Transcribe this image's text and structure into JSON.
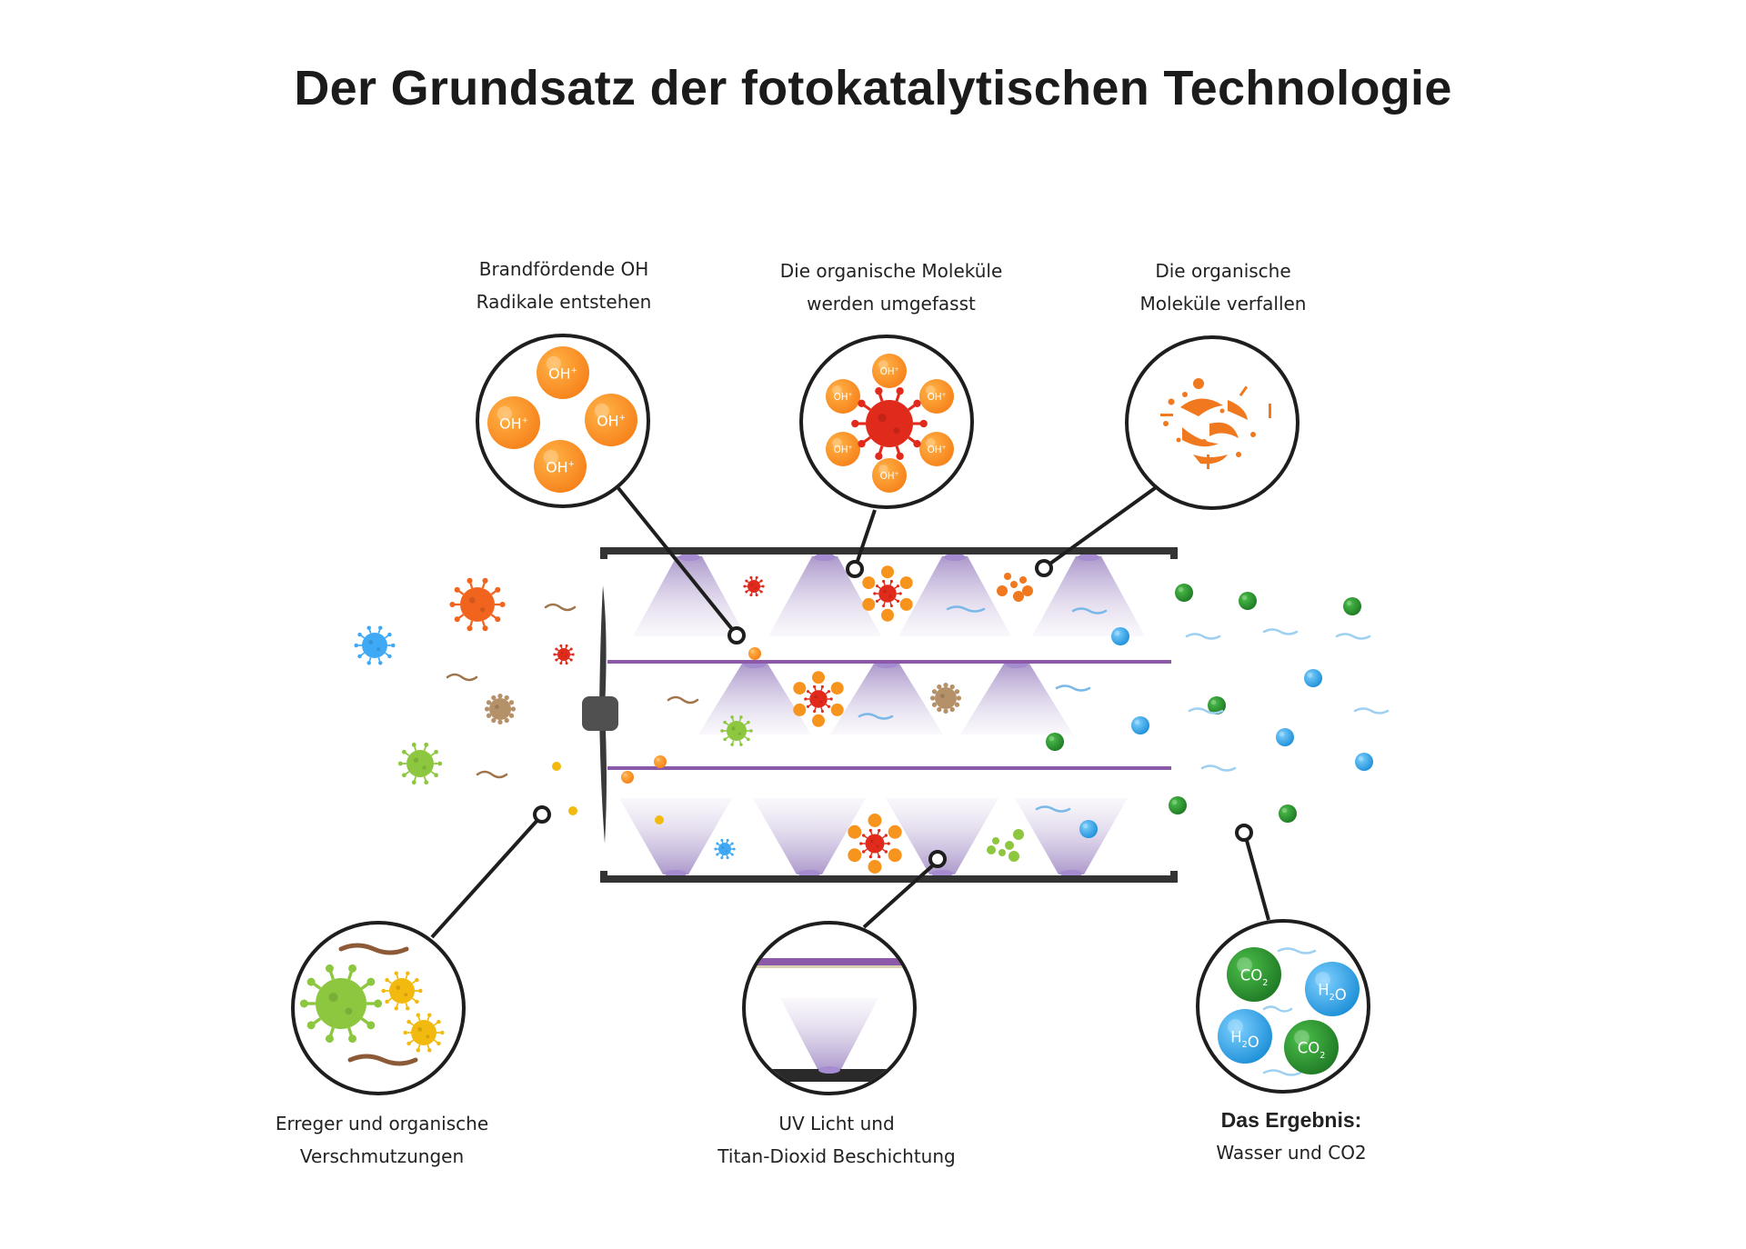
{
  "title": "Der Grundsatz der fotokatalytischen Technologie",
  "colors": {
    "frame": "#333333",
    "coating": "#8a5aa8",
    "light_cone": "#b8a6d0",
    "oh_orange": "#f7941d",
    "virus_red": "#e02a1c",
    "pathogen_green": "#8dc63f",
    "water_blue": "#3fa9f5",
    "co2_green": "#2e9e3a",
    "dust_brown": "#b5916a",
    "spore_yellow": "#f2b90f"
  },
  "callouts": {
    "oh": {
      "lines": [
        "Brandfördende OH",
        "Radikale entstehen"
      ],
      "badge": "OH"
    },
    "surrounded": {
      "lines": [
        "Die organische Moleküle",
        "werden umgefasst"
      ],
      "badge": "OH"
    },
    "decay": {
      "lines": [
        "Die organische",
        "Moleküle verfallen"
      ]
    },
    "pathogens": {
      "lines": [
        "Erreger und organische",
        "Verschmutzungen"
      ]
    },
    "uv": {
      "lines": [
        "UV Licht und",
        "Titan-Dioxid Beschichtung"
      ]
    },
    "result": {
      "heading": "Das Ergebnis:",
      "text": "Wasser und CO2",
      "co2": "CO",
      "h2o_h": "H",
      "h2o_o": "O",
      "sub": "2"
    }
  },
  "icons": [
    "fan-icon",
    "virus-icon",
    "water-molecule-icon",
    "co2-molecule-icon",
    "dust-icon",
    "spore-icon"
  ]
}
